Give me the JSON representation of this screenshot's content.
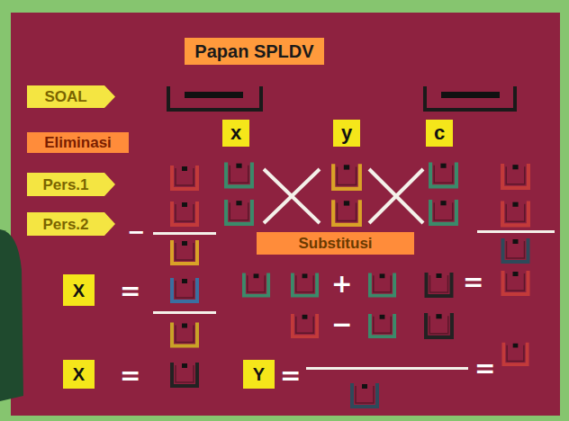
{
  "diagram": {
    "title": "Papan SPLDV",
    "nodes": [
      {
        "text": [
          "Papan SPLDV"
        ]
      },
      {
        "text": [
          "SOAL"
        ]
      },
      {
        "text": [
          "x"
        ]
      },
      {
        "text": [
          "y"
        ]
      },
      {
        "text": [
          "c"
        ]
      },
      {
        "text": [
          "Eliminasi"
        ]
      },
      {
        "text": [
          "Pers.1"
        ]
      },
      {
        "text": [
          "Pers.2"
        ]
      },
      {
        "text": [
          "Substitusi"
        ]
      },
      {
        "text": [
          "X"
        ]
      },
      {
        "text": [
          "X"
        ]
      },
      {
        "text": [
          "Y"
        ]
      }
    ],
    "labels": [
      "−",
      "=",
      "+",
      "=",
      "−",
      "=",
      "=",
      "="
    ]
  }
}
